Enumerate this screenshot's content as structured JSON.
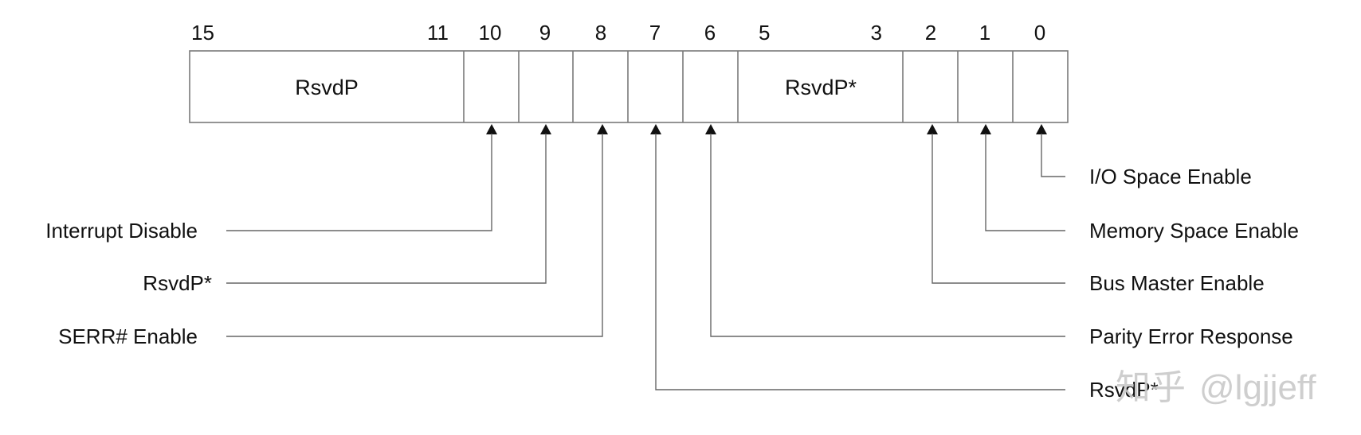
{
  "register": {
    "bit_numbers": {
      "b15": "15",
      "b11": "11",
      "b10": "10",
      "b9": "9",
      "b8": "8",
      "b7": "7",
      "b6": "6",
      "b5": "5",
      "b3": "3",
      "b2": "2",
      "b1": "1",
      "b0": "0"
    },
    "fields": {
      "rsvd_15_11": "RsvdP",
      "rsvd_5_3": "RsvdP*"
    }
  },
  "labels": {
    "left": {
      "bit10": "Interrupt Disable",
      "bit9": "RsvdP*",
      "bit8": "SERR# Enable"
    },
    "right": {
      "bit0": "I/O Space Enable",
      "bit1": "Memory Space Enable",
      "bit2": "Bus Master Enable",
      "bit6": "Parity Error Response",
      "bit7": "RsvdP*"
    }
  },
  "watermark": {
    "site": "知乎",
    "handle": "@lgjjeff"
  }
}
